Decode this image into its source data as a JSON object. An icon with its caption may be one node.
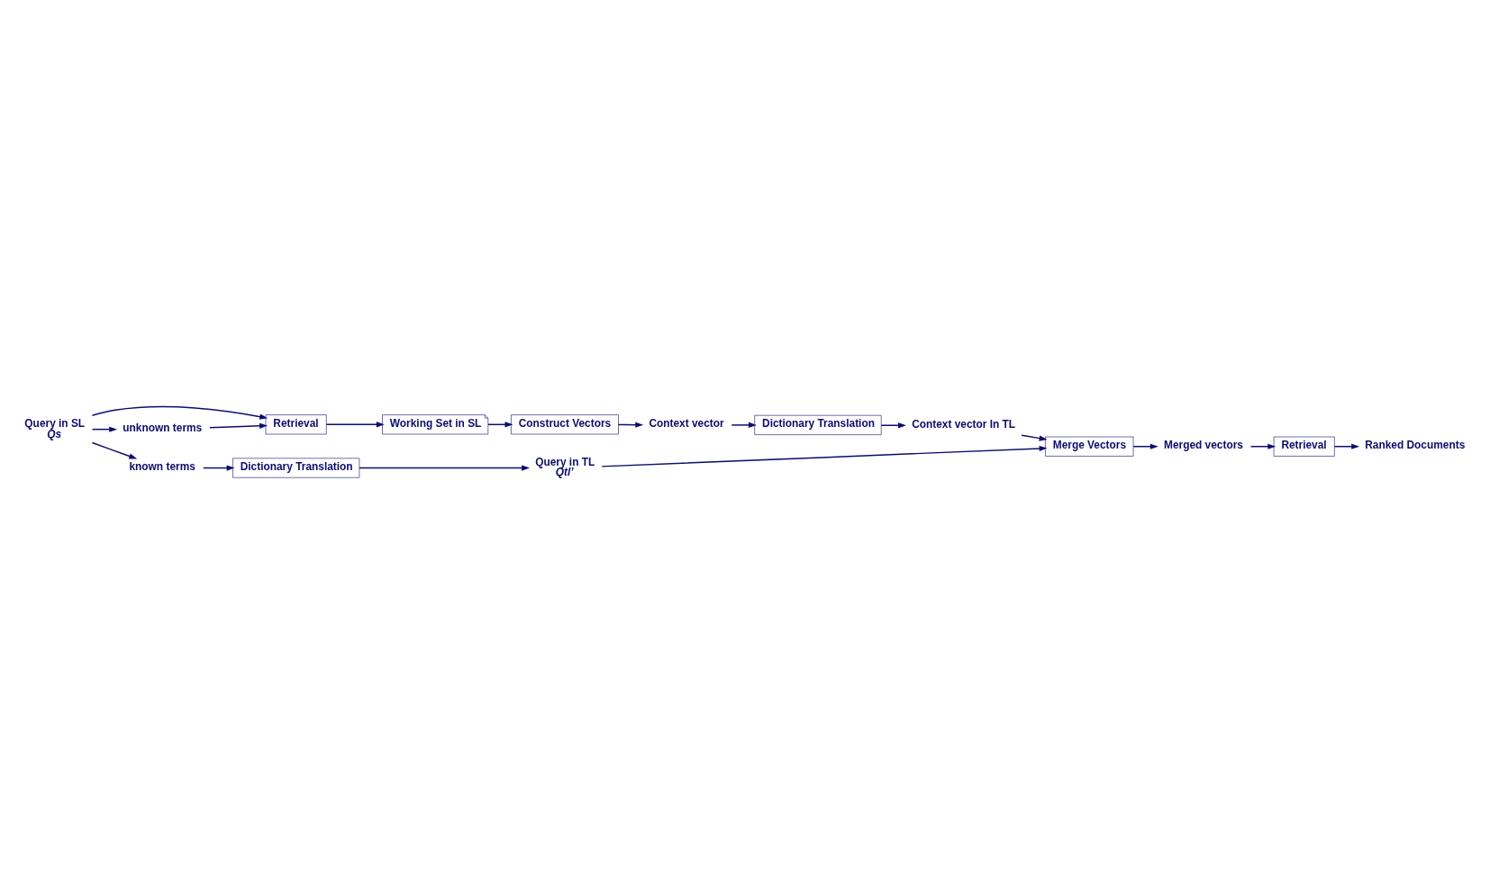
{
  "diagram": {
    "nodes": [
      {
        "text": [
          "Query in SL",
          "Qs"
        ]
      },
      {
        "text": [
          "Retrieval"
        ]
      },
      {
        "text": [
          "Working Set in SL"
        ]
      },
      {
        "text": [
          "unknown terms"
        ]
      },
      {
        "text": [
          "known terms"
        ]
      },
      {
        "text": [
          "Construct Vectors"
        ]
      },
      {
        "text": [
          "Context vector"
        ]
      },
      {
        "text": [
          "Dictionary Translation"
        ]
      },
      {
        "text": [
          "Context vector In TL"
        ]
      },
      {
        "text": [
          "Dictionary Translation"
        ]
      },
      {
        "text": [
          "Query in TL",
          "Qtl’"
        ]
      },
      {
        "text": [
          "Merge Vectors"
        ]
      },
      {
        "text": [
          "Merged vectors"
        ]
      },
      {
        "text": [
          "Retrieval"
        ]
      },
      {
        "text": [
          "Ranked Documents"
        ]
      }
    ],
    "edges": [
      {
        "from": 0,
        "to": 1,
        "arrow": "to"
      },
      {
        "from": 0,
        "to": 3,
        "arrow": "to"
      },
      {
        "from": 0,
        "to": 4,
        "arrow": "to"
      },
      {
        "from": 3,
        "to": 1,
        "arrow": "to"
      },
      {
        "from": 1,
        "to": 2,
        "arrow": "to"
      },
      {
        "from": 2,
        "to": 5,
        "arrow": "to"
      },
      {
        "from": 5,
        "to": 6,
        "arrow": "to"
      },
      {
        "from": 6,
        "to": 7,
        "arrow": "to"
      },
      {
        "from": 7,
        "to": 8,
        "arrow": "to"
      },
      {
        "from": 8,
        "to": 11,
        "arrow": "to"
      },
      {
        "from": 4,
        "to": 9,
        "arrow": "to"
      },
      {
        "from": 9,
        "to": 10,
        "arrow": "to"
      },
      {
        "from": 10,
        "to": 11,
        "arrow": "to"
      },
      {
        "from": 11,
        "to": 12,
        "arrow": "to"
      },
      {
        "from": 12,
        "to": 13,
        "arrow": "to"
      },
      {
        "from": 13,
        "to": 14,
        "arrow": "to"
      }
    ]
  }
}
